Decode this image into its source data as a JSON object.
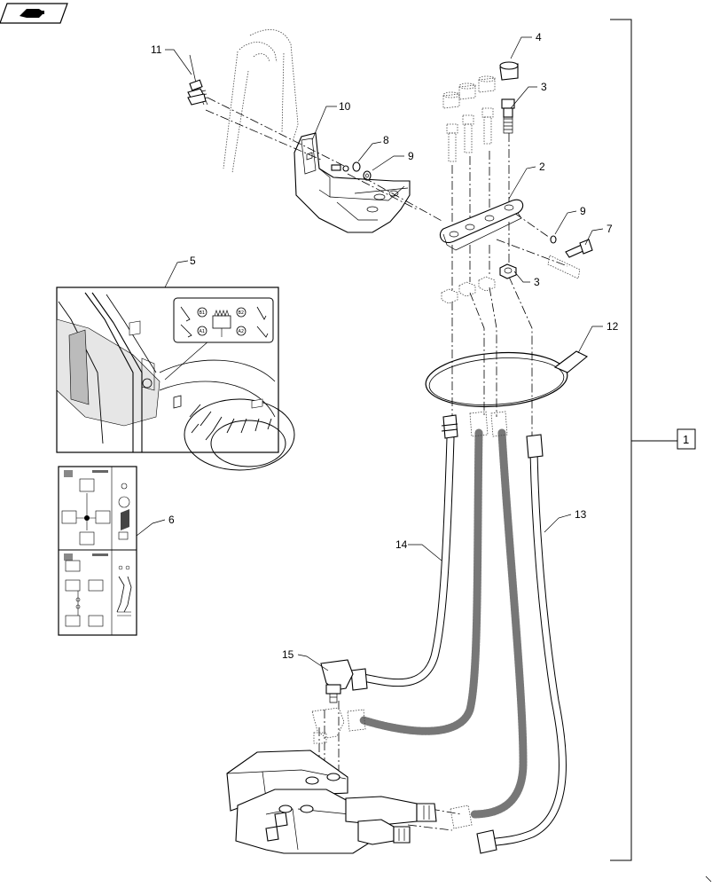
{
  "callouts": {
    "c1": "1",
    "c2": "2",
    "c3a": "3",
    "c3b": "3",
    "c4": "4",
    "c5": "5",
    "c6": "6",
    "c7": "7",
    "c8": "8",
    "c9a": "9",
    "c9b": "9",
    "c10": "10",
    "c11": "11",
    "c12": "12",
    "c13": "13",
    "c14": "14",
    "c15": "15"
  },
  "decal_labels": {
    "b1": "B1",
    "b2": "B2",
    "a1": "A1",
    "a2": "A2"
  },
  "icons": {
    "nav_badge": "arrow-hand-icon"
  }
}
